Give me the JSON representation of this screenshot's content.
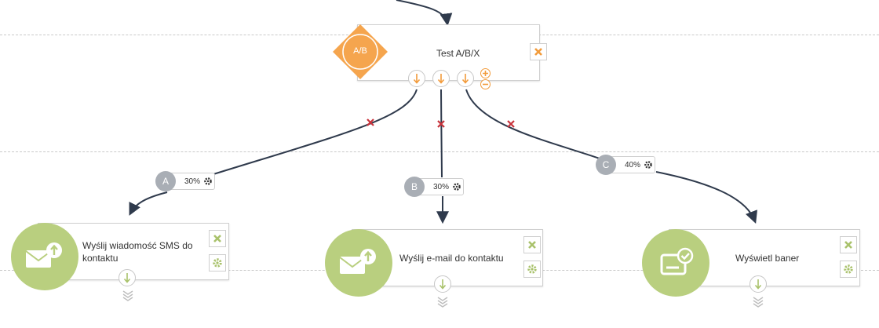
{
  "ab_node": {
    "badge_label": "A/B",
    "title": "Test A/B/X"
  },
  "branches": [
    {
      "letter": "A",
      "percent": "30%"
    },
    {
      "letter": "B",
      "percent": "30%"
    },
    {
      "letter": "C",
      "percent": "40%"
    }
  ],
  "actions": [
    {
      "title": "Wyślij wiadomość SMS do kontaktu",
      "icon": "envelope-upload-icon"
    },
    {
      "title": "Wyślij e-mail do kontaktu",
      "icon": "envelope-upload-icon"
    },
    {
      "title": "Wyświetl baner",
      "icon": "banner-check-icon"
    }
  ],
  "colors": {
    "ab_orange": "#f5a54e",
    "action_green": "#b9cf7f",
    "connector": "#2f3a4c",
    "delete_red": "#c8323a",
    "letter_gray": "#a9aeb5"
  }
}
